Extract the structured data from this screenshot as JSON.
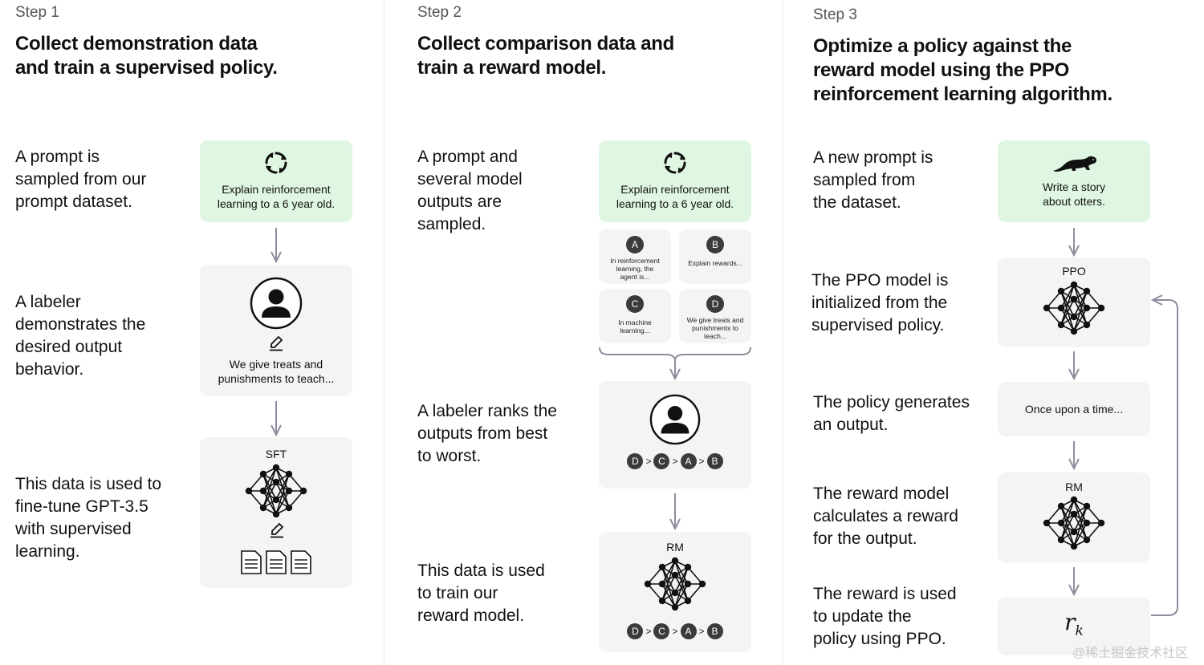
{
  "step1": {
    "step_label": "Step 1",
    "heading": [
      "Collect demonstration data",
      "and train a supervised policy."
    ],
    "desc1": [
      "A prompt is",
      "sampled from our",
      "prompt dataset."
    ],
    "prompt": [
      "Explain reinforcement",
      "learning to a 6 year old."
    ],
    "desc2": [
      "A labeler",
      "demonstrates the",
      "desired output",
      "behavior."
    ],
    "demo_output": [
      "We give treats and",
      "punishments to teach..."
    ],
    "desc3": [
      "This data is used to",
      "fine-tune GPT-3.5",
      "with supervised",
      "learning."
    ],
    "model_label": "SFT"
  },
  "step2": {
    "step_label": "Step 2",
    "heading": [
      "Collect comparison data and",
      "train a reward model."
    ],
    "desc1": [
      "A prompt and",
      "several model",
      "outputs are",
      "sampled."
    ],
    "prompt": [
      "Explain reinforcement",
      "learning to a 6 year old."
    ],
    "outputs": [
      {
        "letter": "A",
        "text": [
          "In reinforcement",
          "learning, the",
          "agent is..."
        ]
      },
      {
        "letter": "B",
        "text": [
          "Explain rewards..."
        ]
      },
      {
        "letter": "C",
        "text": [
          "In machine",
          "learning..."
        ]
      },
      {
        "letter": "D",
        "text": [
          "We give treats and",
          "punishments to",
          "teach..."
        ]
      }
    ],
    "desc2": [
      "A labeler ranks the",
      "outputs from best",
      "to worst."
    ],
    "ranking": [
      "D",
      "C",
      "A",
      "B"
    ],
    "rank_sep": ">",
    "desc3": [
      "This data is used",
      "to train our",
      "reward model."
    ],
    "model_label": "RM"
  },
  "step3": {
    "step_label": "Step 3",
    "heading": [
      "Optimize a policy against the",
      "reward model using the PPO",
      "reinforcement learning algorithm."
    ],
    "desc1": [
      "A new prompt is",
      "sampled from",
      "the dataset."
    ],
    "prompt": [
      "Write a story",
      "about otters."
    ],
    "desc2": [
      "The PPO model is",
      "initialized from the",
      "supervised policy."
    ],
    "ppo_label": "PPO",
    "desc3": [
      "The policy generates",
      "an output."
    ],
    "output": "Once upon a time...",
    "desc4": [
      "The reward model",
      "calculates a reward",
      "for the output."
    ],
    "rm_label": "RM",
    "desc5": [
      "The reward is used",
      "to update the",
      "policy using PPO."
    ],
    "reward_symbol": "r",
    "reward_sub": "k"
  },
  "watermark": "@稀土掘金技术社区",
  "colors": {
    "green_box": "#dff7e2",
    "grey_box": "#f4f4f3",
    "arrow": "#8e8e9e",
    "badge": "#3b3b3b"
  }
}
